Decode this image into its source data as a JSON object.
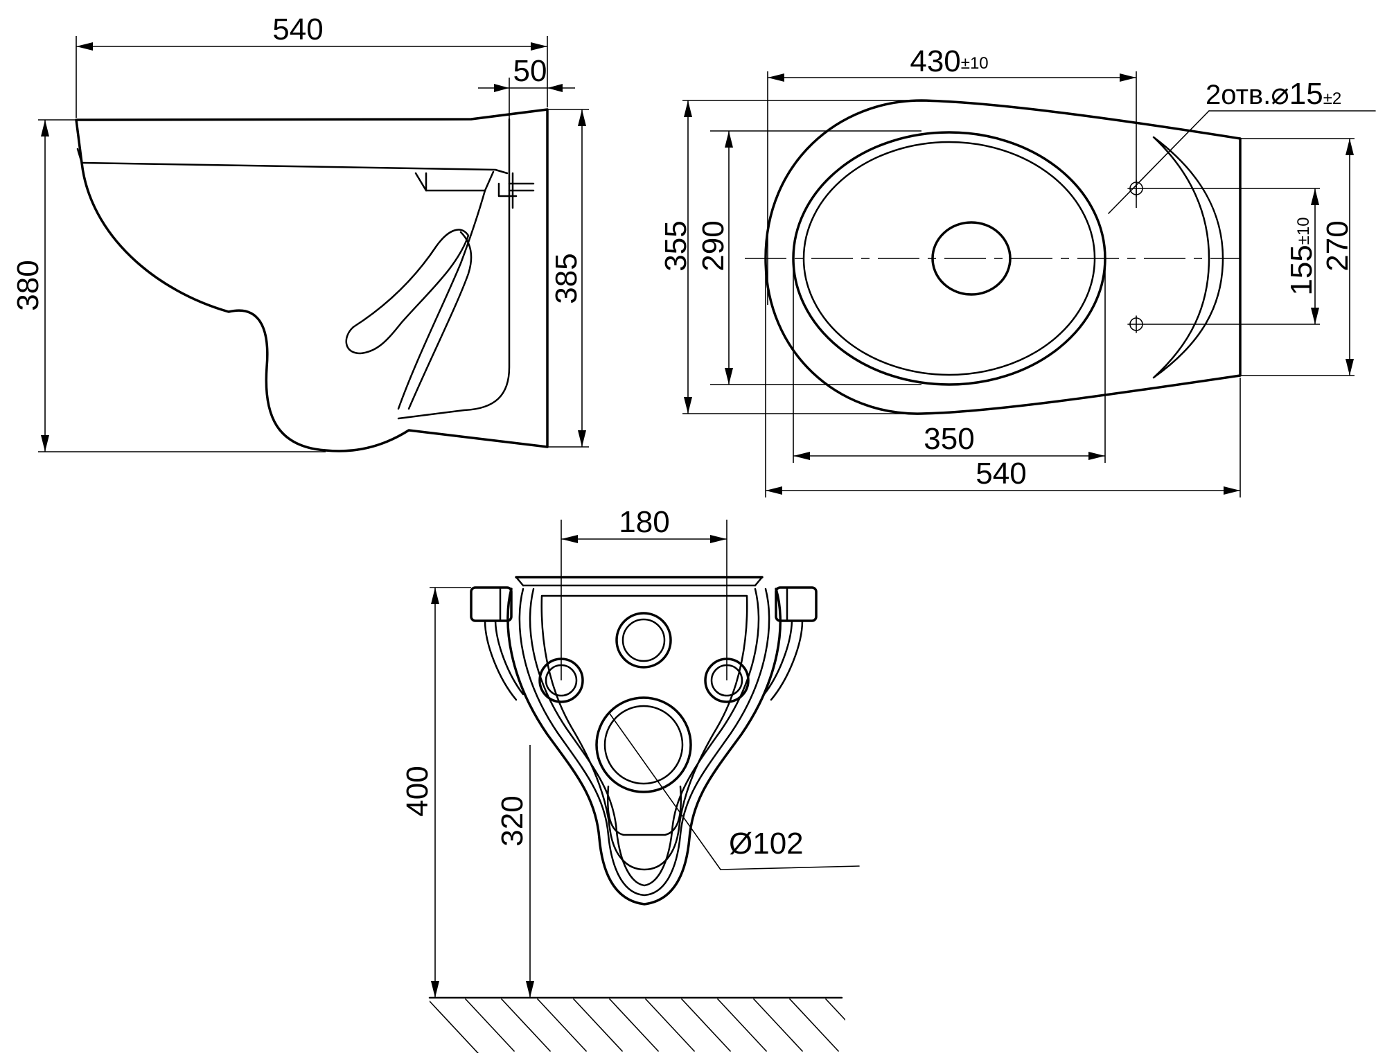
{
  "side_view": {
    "width_total": "540",
    "depth_offset": "50",
    "height_front": "380",
    "height_back": "385"
  },
  "top_view": {
    "hole_spacing_length": "430",
    "hole_spacing_tol": "±10",
    "holes_note_prefix": "2отв.",
    "holes_diameter_symbol": "⌀",
    "holes_diameter": "15",
    "holes_tol": "±2",
    "outer_width": "355",
    "inner_width": "290",
    "hole_spacing_width": "155",
    "hole_spacing_width_tol": "±10",
    "rear_width": "270",
    "inner_length": "350",
    "total_length": "540"
  },
  "rear_view": {
    "bolt_spacing": "180",
    "floor_to_top": "400",
    "floor_to_outlet": "320",
    "outlet_diameter": "Ø102"
  }
}
